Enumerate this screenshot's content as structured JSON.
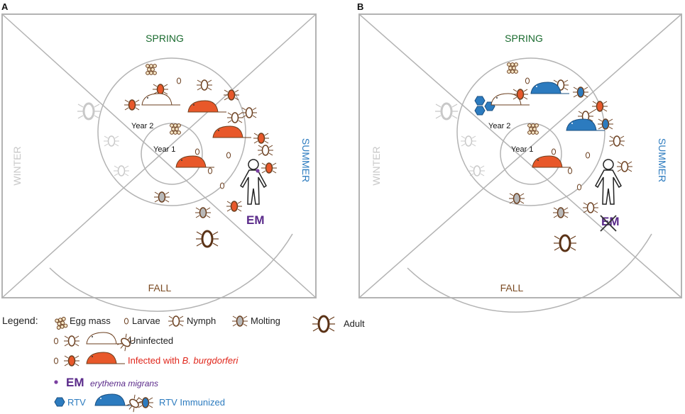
{
  "colors": {
    "frame": "#b3b3b3",
    "spring": "#1a6b2f",
    "summer": "#2c7bbf",
    "fall": "#7a4a22",
    "winter": "#c8c8c8",
    "infected": "#e8582a",
    "tick_outline": "#6b3f1f",
    "em": "#5a2a8a",
    "rtv": "#2c7bbf",
    "molting": "#b8b8b8",
    "legend_red": "#e0261b"
  },
  "panels": [
    {
      "letter": "A",
      "spring": "SPRING",
      "summer": "SUMMER",
      "fall": "FALL",
      "winter": "WINTER",
      "year1": "Year 1",
      "year2": "Year 2",
      "em": "EM"
    },
    {
      "letter": "B",
      "spring": "SPRING",
      "summer": "SUMMER",
      "fall": "FALL",
      "winter": "WINTER",
      "year1": "Year 1",
      "year2": "Year 2",
      "em": "EM"
    }
  ],
  "legend": {
    "title": "Legend:",
    "egg_mass": "Egg mass",
    "larvae": "Larvae",
    "nymph": "Nymph",
    "molting": "Molting",
    "adult": "Adult",
    "uninfected": "Uninfected",
    "infected_prefix": "Infected with ",
    "infected_species": "B. burgdorferi",
    "em_abbrev": "EM",
    "em_full": "erythema migrans",
    "rtv": "RTV",
    "rtv_immunized": "RTV Immunized"
  }
}
